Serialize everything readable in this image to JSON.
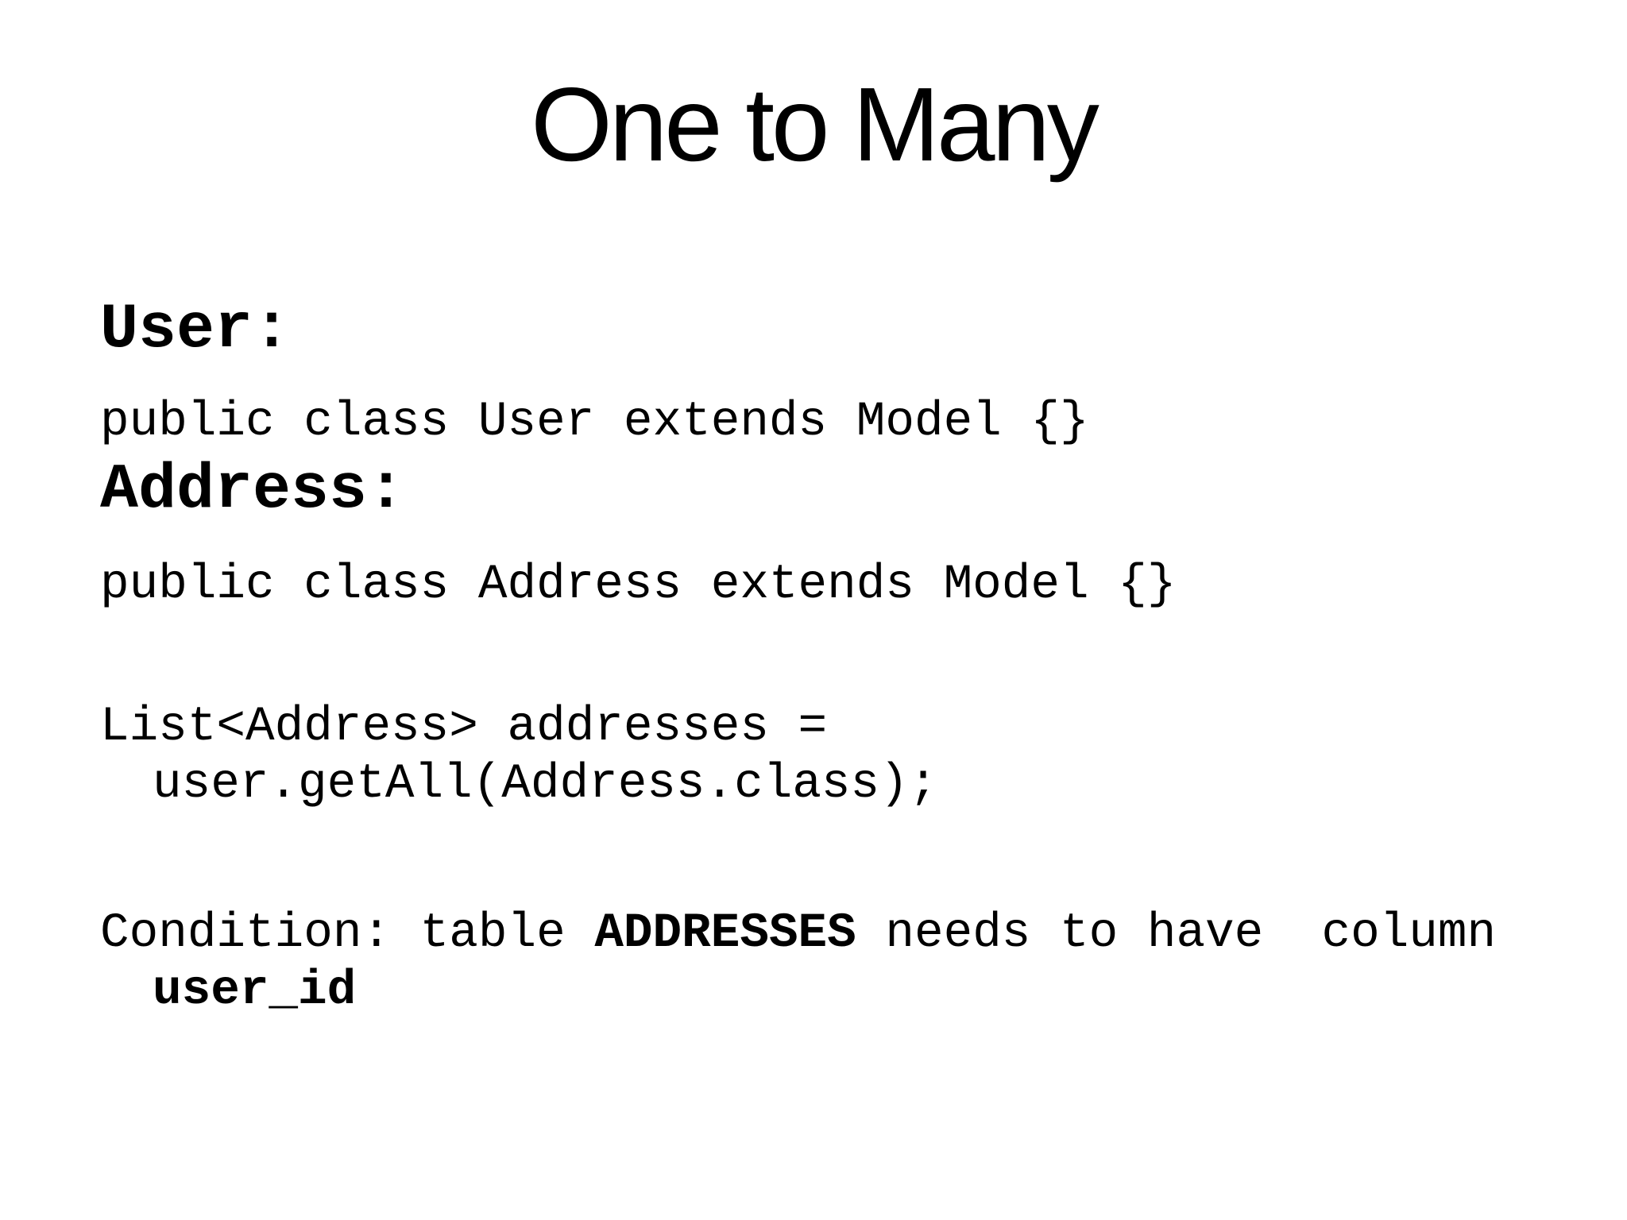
{
  "title": "One to Many",
  "sections": {
    "user_heading": "User:",
    "user_code": "public class User extends Model {}",
    "address_heading": "Address:",
    "address_code": "public class Address extends Model {}",
    "list_code_line1": "List<Address> addresses =",
    "list_code_line2": "user.getAll(Address.class);",
    "condition": {
      "prefix": "Condition: table ",
      "table_name": "ADDRESSES",
      "suffix": " needs to have  column",
      "column_name": "user_id"
    }
  },
  "colors": {
    "background": "#ffffff",
    "text": "#000000"
  }
}
